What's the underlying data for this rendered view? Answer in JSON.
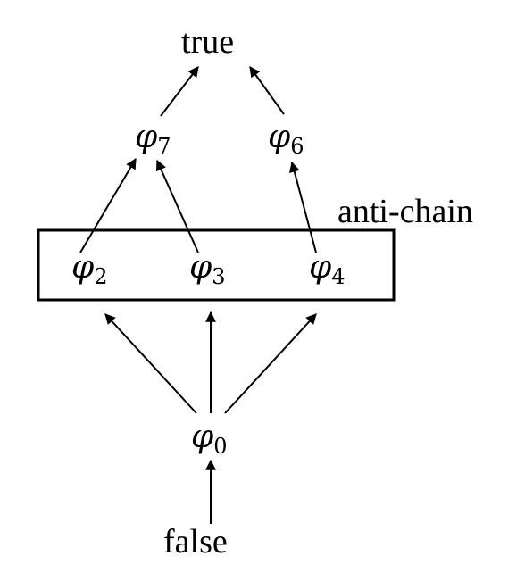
{
  "nodes": {
    "top": "true",
    "bottom": "false",
    "phi7": {
      "symbol": "φ",
      "index": "7"
    },
    "phi6": {
      "symbol": "φ",
      "index": "6"
    },
    "phi2": {
      "symbol": "φ",
      "index": "2"
    },
    "phi3": {
      "symbol": "φ",
      "index": "3"
    },
    "phi4": {
      "symbol": "φ",
      "index": "4"
    },
    "phi0": {
      "symbol": "φ",
      "index": "0"
    }
  },
  "antichain_label": "anti-chain",
  "colors": {
    "ink": "#000000",
    "background": "#ffffff"
  }
}
